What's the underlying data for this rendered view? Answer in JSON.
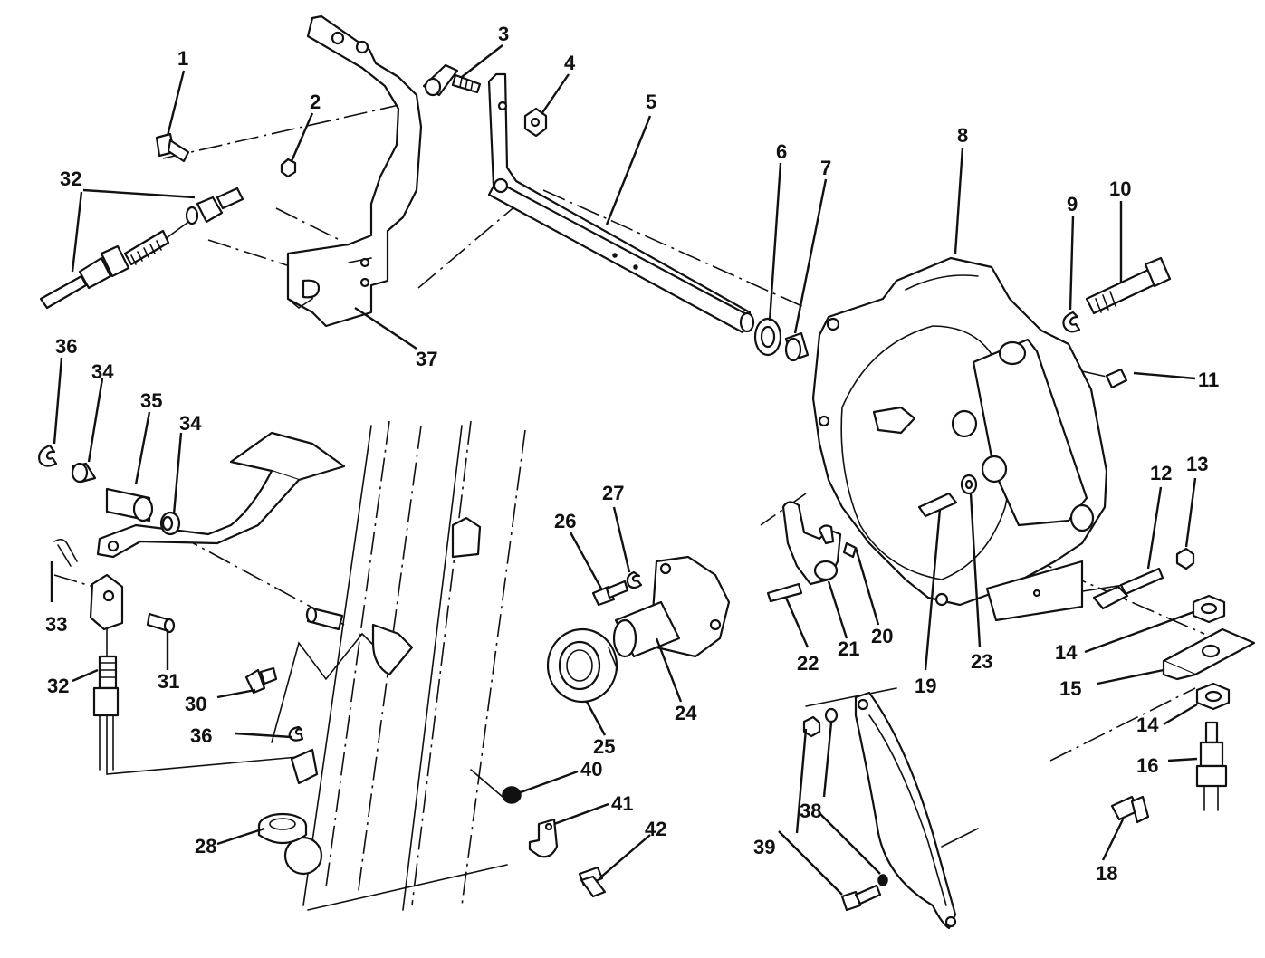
{
  "diagram": {
    "callouts": [
      {
        "id": "c1",
        "label": "1"
      },
      {
        "id": "c2",
        "label": "2"
      },
      {
        "id": "c3",
        "label": "3"
      },
      {
        "id": "c4",
        "label": "4"
      },
      {
        "id": "c5",
        "label": "5"
      },
      {
        "id": "c6",
        "label": "6"
      },
      {
        "id": "c7",
        "label": "7"
      },
      {
        "id": "c8",
        "label": "8"
      },
      {
        "id": "c9",
        "label": "9"
      },
      {
        "id": "c10",
        "label": "10"
      },
      {
        "id": "c11",
        "label": "11"
      },
      {
        "id": "c12",
        "label": "12"
      },
      {
        "id": "c13",
        "label": "13"
      },
      {
        "id": "c14a",
        "label": "14"
      },
      {
        "id": "c14b",
        "label": "14"
      },
      {
        "id": "c15",
        "label": "15"
      },
      {
        "id": "c16",
        "label": "16"
      },
      {
        "id": "c18",
        "label": "18"
      },
      {
        "id": "c19",
        "label": "19"
      },
      {
        "id": "c20",
        "label": "20"
      },
      {
        "id": "c21",
        "label": "21"
      },
      {
        "id": "c22",
        "label": "22"
      },
      {
        "id": "c23",
        "label": "23"
      },
      {
        "id": "c24",
        "label": "24"
      },
      {
        "id": "c25",
        "label": "25"
      },
      {
        "id": "c26",
        "label": "26"
      },
      {
        "id": "c27",
        "label": "27"
      },
      {
        "id": "c28",
        "label": "28"
      },
      {
        "id": "c30",
        "label": "30"
      },
      {
        "id": "c31",
        "label": "31"
      },
      {
        "id": "c32a",
        "label": "32"
      },
      {
        "id": "c32b",
        "label": "32"
      },
      {
        "id": "c33",
        "label": "33"
      },
      {
        "id": "c34a",
        "label": "34"
      },
      {
        "id": "c34b",
        "label": "34"
      },
      {
        "id": "c35",
        "label": "35"
      },
      {
        "id": "c36a",
        "label": "36"
      },
      {
        "id": "c36b",
        "label": "36"
      },
      {
        "id": "c37",
        "label": "37"
      },
      {
        "id": "c38",
        "label": "38"
      },
      {
        "id": "c39",
        "label": "39"
      },
      {
        "id": "c40",
        "label": "40"
      },
      {
        "id": "c41",
        "label": "41"
      },
      {
        "id": "c42",
        "label": "42"
      }
    ]
  }
}
